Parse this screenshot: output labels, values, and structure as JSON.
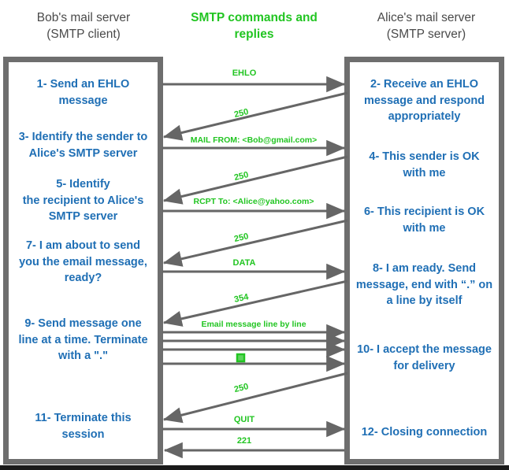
{
  "headers": {
    "left": "Bob's mail server\n(SMTP client)",
    "left_line1": "Bob's mail server",
    "left_line2": "(SMTP client)",
    "center_line1": "SMTP commands and",
    "center_line2": "replies",
    "right_line1": "Alice's mail server",
    "right_line2": "(SMTP server)"
  },
  "colors": {
    "green": "#22C522",
    "blue": "#1F6FB5",
    "gray_frame": "#6e6e6e",
    "arrow": "#666666",
    "header_text": "#4a4a4a"
  },
  "client_steps": [
    {
      "id": "step-1",
      "text": "1- Send an EHLO message"
    },
    {
      "id": "step-3",
      "text": "3- Identify the sender to Alice's SMTP server"
    },
    {
      "id": "step-5",
      "text": "5- Identify\nthe recipient to Alice's SMTP server"
    },
    {
      "id": "step-7",
      "text": "7- I am about to send you the email message, ready?"
    },
    {
      "id": "step-9",
      "text": "9- Send message one line at a time. Terminate with a \".\""
    },
    {
      "id": "step-11",
      "text": "11- Terminate this session"
    }
  ],
  "server_steps": [
    {
      "id": "step-2",
      "text": "2- Receive an EHLO message and respond appropriately"
    },
    {
      "id": "step-4",
      "text": "4- This sender is OK with me"
    },
    {
      "id": "step-6",
      "text": "6- This recipient is OK with me"
    },
    {
      "id": "step-8",
      "text": "8-  I am ready. Send message, end with “.” on a line by itself"
    },
    {
      "id": "step-10",
      "text": "10-  I accept the message for delivery"
    },
    {
      "id": "step-12",
      "text": "12-  Closing connection"
    }
  ],
  "messages": [
    {
      "id": "msg-ehlo",
      "label": "EHLO",
      "direction": "client-to-server",
      "style": "horizontal"
    },
    {
      "id": "reply-250-a",
      "label": "250",
      "direction": "server-to-client",
      "style": "diagonal"
    },
    {
      "id": "msg-mailfrom",
      "label": "MAIL FROM: <Bob@gmail.com>",
      "direction": "client-to-server",
      "style": "horizontal"
    },
    {
      "id": "reply-250-b",
      "label": "250",
      "direction": "server-to-client",
      "style": "diagonal"
    },
    {
      "id": "msg-rcptto",
      "label": "RCPT To: <Alice@yahoo.com>",
      "direction": "client-to-server",
      "style": "horizontal"
    },
    {
      "id": "reply-250-c",
      "label": "250",
      "direction": "server-to-client",
      "style": "diagonal"
    },
    {
      "id": "msg-data",
      "label": "DATA",
      "direction": "client-to-server",
      "style": "horizontal"
    },
    {
      "id": "reply-354",
      "label": "354",
      "direction": "server-to-client",
      "style": "diagonal"
    },
    {
      "id": "msg-body-1",
      "label": "Email message line by line",
      "direction": "client-to-server",
      "style": "horizontal"
    },
    {
      "id": "msg-body-2",
      "label": "",
      "direction": "client-to-server",
      "style": "horizontal"
    },
    {
      "id": "msg-body-3",
      "label": "",
      "direction": "client-to-server",
      "style": "horizontal"
    },
    {
      "id": "msg-body-4",
      "label": "",
      "direction": "client-to-server",
      "style": "horizontal"
    },
    {
      "id": "msg-terminator",
      "label": "",
      "direction": "client-to-server",
      "style": "marker-square"
    },
    {
      "id": "reply-250-d",
      "label": "250",
      "direction": "server-to-client",
      "style": "diagonal"
    },
    {
      "id": "msg-quit",
      "label": "QUIT",
      "direction": "client-to-server",
      "style": "horizontal"
    },
    {
      "id": "reply-221",
      "label": "221",
      "direction": "server-to-client",
      "style": "horizontal"
    }
  ]
}
